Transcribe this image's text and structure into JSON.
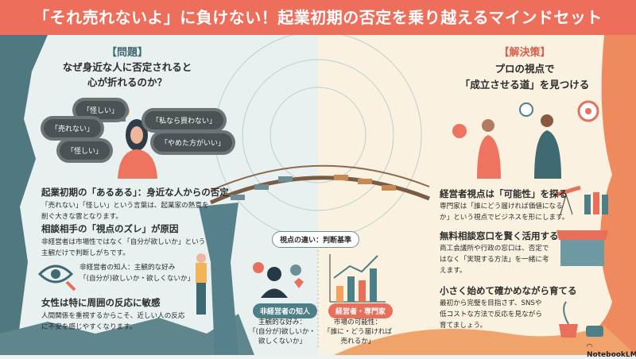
{
  "title": "「それ売れないよ」に負けない！起業初期の否定を乗り越えるマインドセット",
  "problem": {
    "tag": "【問題】",
    "heading_line1": "なぜ身近な人に否定されると",
    "heading_line2": "心が折れるのか？",
    "bubbles": [
      "「怪しい」",
      "「売れない」",
      "「怪しい」",
      "「私なら買わない」",
      "「やめた方がいい」"
    ],
    "sections": [
      {
        "heading": "起業初期の「あるある」：身近な人からの否定",
        "body": [
          "「売れない」「怪しい」という言葉は、起業家の熱意を",
          "削ぐ大きな雲となります。"
        ]
      },
      {
        "heading": "相談相手の「視点のズレ」が原因",
        "body": [
          "非経営者は市場性ではなく「自分が欲しいか」という",
          "主観だけで判断しがちです。"
        ]
      },
      {
        "heading": "女性は特に周囲の反応に敏感",
        "body": [
          "人間関係を重視するからこそ、近しい人の反応",
          "に不安を感じやすくなります。"
        ]
      }
    ],
    "eye_note": [
      "非経営者の知人：主観的な好み",
      "「(自分が)欲しいか・欲しくないか」"
    ]
  },
  "center": {
    "label": "視点の違い：判断基準",
    "left_pill": "非経営者の知人",
    "left_text": [
      "主観的な好み：",
      "「(自分が)欲しいか・",
      "欲しくないか」"
    ],
    "right_pill": "経営者・専門家",
    "right_text": [
      "市場の可能性：",
      "「誰に・どう届ければ",
      "売れるか」"
    ]
  },
  "solution": {
    "tag": "【解決策】",
    "heading_line1": "プロの視点で",
    "heading_line2": "「成立させる道」を見つける",
    "sections": [
      {
        "heading": "経営者視点は「可能性」を探る",
        "body": [
          "専門家は「誰にどう届ければ価値になる",
          "か」という視点でビジネスを形にします。"
        ]
      },
      {
        "heading": "無料相談窓口を賢く活用する",
        "body": [
          "商工会議所や行政の窓口は、否定で",
          "はなく「実現する方法」を一緒に考",
          "えます。"
        ]
      },
      {
        "heading": "小さく始めて確かめながら育てる",
        "body": [
          "最初から完璧を目指さず、SNSや",
          "低コストな方法で反応を見ながら",
          "育てましょう。"
        ]
      }
    ]
  },
  "watermark": "NotebookLM",
  "colors": {
    "title_bg": "#ee6e5c",
    "left_bg": "#e8f0f0",
    "right_bg": "#fbf1e1",
    "teal": "#4c7f87",
    "coral": "#e8705b"
  }
}
